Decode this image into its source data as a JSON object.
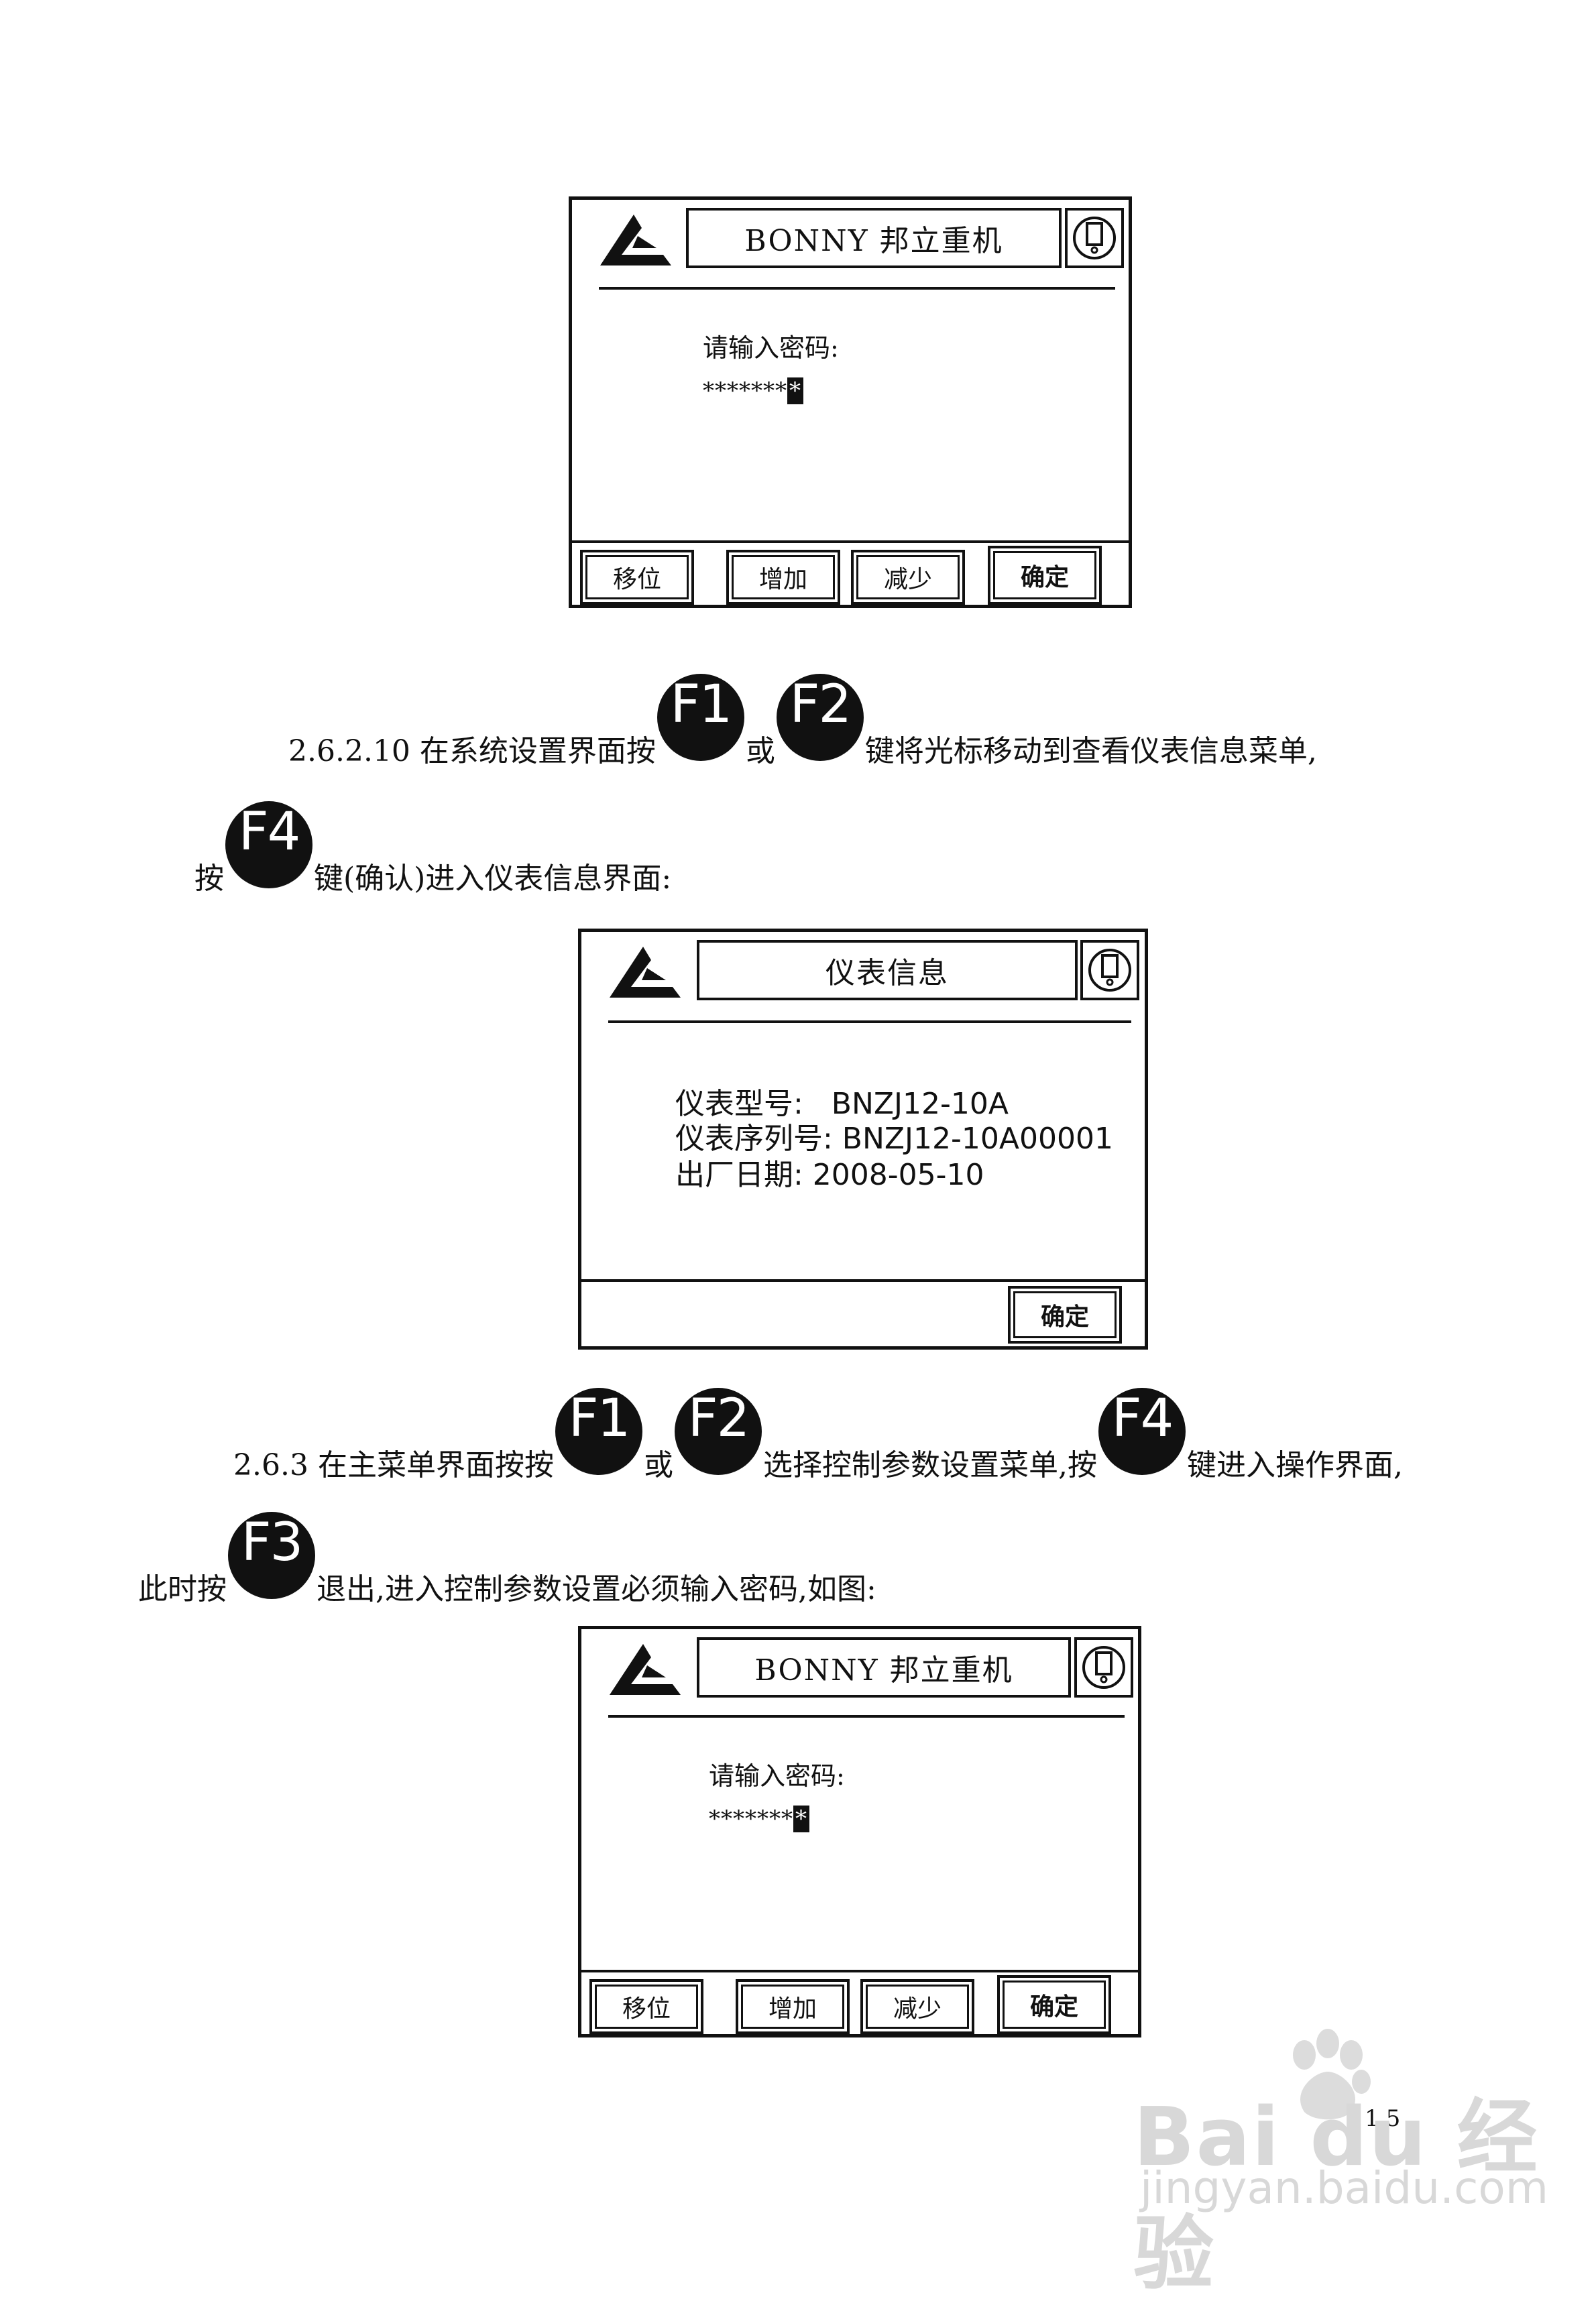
{
  "screen1": {
    "title": "BONNY 邦立重机",
    "prompt": "请输入密码:",
    "password": "*******",
    "cursor": "*",
    "buttons": [
      "移位",
      "增加",
      "减少",
      "确定"
    ]
  },
  "para1": {
    "line1_a": "2.6.2.10 在系统设置界面按",
    "key1": "F1",
    "or": "或",
    "key2": "F2",
    "line1_b": "键将光标移动到查看仪表信息菜单,",
    "line2_a": "按",
    "key3": "F4",
    "line2_b": "键(确认)进入仪表信息界面:"
  },
  "screen2": {
    "title": "仪表信息",
    "model_line": "仪表型号:   BNZJ12-10A",
    "serial_line": "仪表序列号: BNZJ12-10A00001",
    "date_line": "出厂日期: 2008-05-10",
    "confirm": "确定"
  },
  "para2": {
    "line1_a": "2.6.3 在主菜单界面按按",
    "key1": "F1",
    "or": "或",
    "key2": "F2",
    "line1_b": "选择控制参数设置菜单,按",
    "key3": "F4",
    "line1_c": "键进入操作界面,",
    "line2_a": "此时按",
    "key4": "F3",
    "line2_b": "退出,进入控制参数设置必须输入密码,如图:"
  },
  "screen3": {
    "title": "BONNY 邦立重机",
    "prompt": "请输入密码:",
    "password": "*******",
    "cursor": "*",
    "buttons": [
      "移位",
      "增加",
      "减少",
      "确定"
    ]
  },
  "page_number": "15",
  "watermark": {
    "brand": "Bai du 经验",
    "url": "jingyan.baidu.com"
  }
}
